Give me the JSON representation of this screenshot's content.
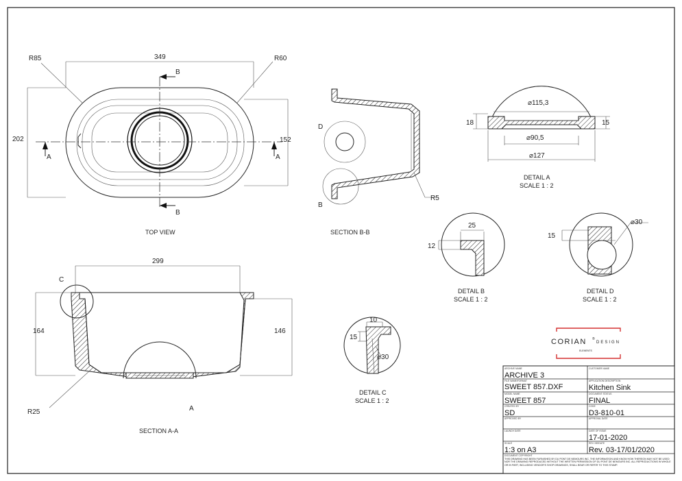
{
  "views": {
    "top_view": {
      "title": "TOP VIEW",
      "dims": {
        "width": "349",
        "height_outer": "202",
        "height_inner": "152",
        "r_left": "R85",
        "r_right": "R60"
      },
      "section_marks": {
        "b_top": "B",
        "b_bottom": "B",
        "a_left": "A",
        "a_right": "A"
      }
    },
    "section_bb": {
      "title": "SECTION B-B",
      "labels": {
        "d": "D",
        "b": "B",
        "r5": "R5"
      }
    },
    "detail_a": {
      "title": "DETAIL A",
      "scale": "SCALE 1 : 2",
      "dims": {
        "d1": "⌀115,3",
        "d2": "⌀90,5",
        "d3": "⌀127",
        "left": "18",
        "right": "15"
      }
    },
    "detail_b": {
      "title": "DETAIL B",
      "scale": "SCALE 1 : 2",
      "dims": {
        "w": "25",
        "h": "12"
      }
    },
    "detail_d": {
      "title": "DETAIL D",
      "scale": "SCALE 1 : 2",
      "dims": {
        "d": "⌀30",
        "h": "15"
      }
    },
    "section_aa": {
      "title": "SECTION A-A",
      "dims": {
        "top": "299",
        "left": "164",
        "right": "146",
        "r": "R25"
      },
      "labels": {
        "c": "C",
        "a": "A"
      }
    },
    "detail_c": {
      "title": "DETAIL C",
      "scale": "SCALE 1 : 2",
      "dims": {
        "w": "10",
        "h": "15",
        "d": "⌀30"
      }
    }
  },
  "logo": {
    "brand": "CORIAN",
    "reg": "®",
    "design": "DESIGN",
    "sub": "ELEMENTS",
    "color": "#d32f2f"
  },
  "title_block": {
    "archive_label": "ARCHIVE NAME",
    "archive": "ARCHIVE 3",
    "customer_label": "CUSTOMER NAME",
    "customer": "",
    "file_label": "FILE NAME/FORMAT",
    "file": "SWEET 857.DXF",
    "appdesc_label": "APPLICATION DESCRIPTION",
    "appdesc": "Kitchen Sink",
    "model_label": "MODEL NAME",
    "model": "SWEET 857",
    "docstatus_label": "DOCUMENT STATUS",
    "docstatus": "FINAL",
    "created_label": "CREATED BY",
    "created": "SD",
    "code_label": "CODE",
    "code": "D3-810-01",
    "approved_label": "APPROVED BY",
    "approved": "",
    "approval_label": "APPROVAL DATE",
    "approval": "",
    "launch_label": "LAUNCH DATE",
    "launch": "",
    "issue_label": "DATE OF ISSUE",
    "issue": "17-01-2020",
    "scale_label": "SCALE",
    "scale": "1:3 on A3",
    "rev_label": "REV. NR/DATE",
    "rev": "Rev. 03-17/01/2020",
    "copyright_label": "DOCUMENT COPYRIGHT",
    "copyright": "THIS DRAWING HAS BEEN FURNISHED BY DU PONT DE NEMOURS INC. THE INFORMATION AND KNOW HOW THEREON MAY NOT BE USED NOR THE DRAWING REPRODUCED WITHOUT THE WRITTEN PERMISSION OF DU PONT DE NEMOURS INC. ALL REPRODUCTIONS IN WHOLE OR IN PART, INCLUDING VENDOR'S SHOP DRAWINGS, SHALL BEAR OR REFER TO THIS STAMP."
  }
}
